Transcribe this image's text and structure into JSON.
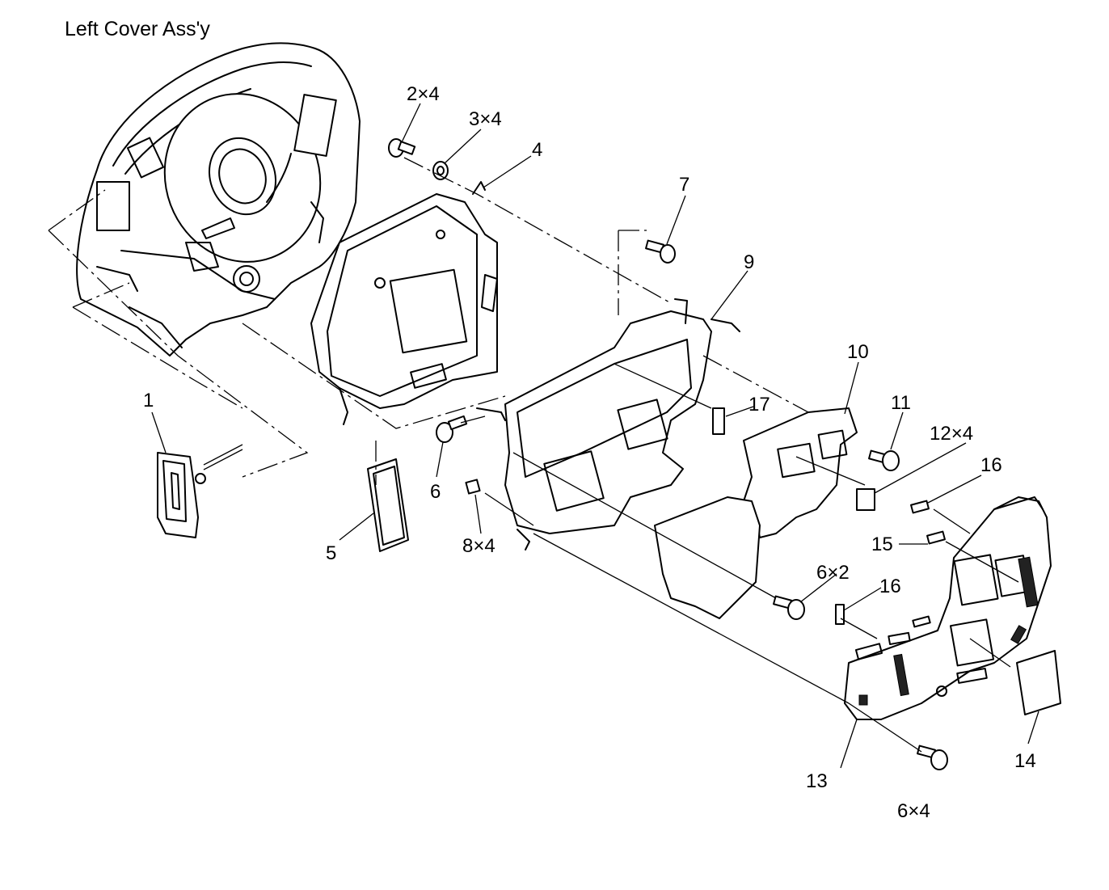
{
  "title": "Left Cover Ass'y",
  "callouts": {
    "c1": "1",
    "c2": "2×4",
    "c3": "3×4",
    "c4": "4",
    "c5": "5",
    "c6a": "6",
    "c6b": "6×2",
    "c6c": "6×4",
    "c7": "7",
    "c8": "8×4",
    "c9": "9",
    "c10": "10",
    "c11": "11",
    "c12": "12×4",
    "c13": "13",
    "c14": "14",
    "c15": "15",
    "c16a": "16",
    "c16b": "16",
    "c17": "17"
  }
}
